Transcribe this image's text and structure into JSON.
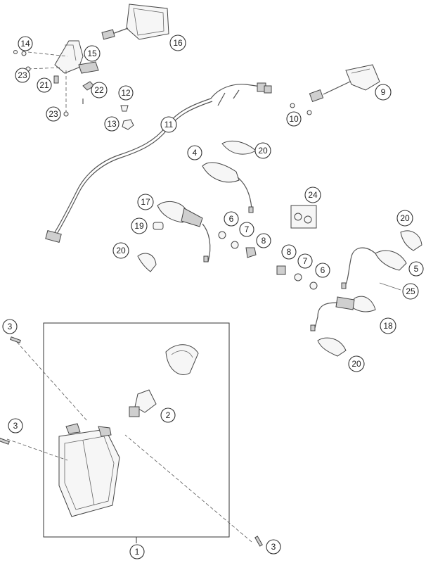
{
  "callouts": {
    "c14": "14",
    "c16": "16",
    "c15": "15",
    "c23a": "23",
    "c21": "21",
    "c22": "22",
    "c23b": "23",
    "c12": "12",
    "c13": "13",
    "c11": "11",
    "c9": "9",
    "c10": "10",
    "c4": "4",
    "c20a": "20",
    "c24": "24",
    "c17": "17",
    "c19": "19",
    "c20b": "20",
    "c6a": "6",
    "c7a": "7",
    "c8a": "8",
    "c20c": "20",
    "c8b": "8",
    "c7b": "7",
    "c6b": "6",
    "c5": "5",
    "c25": "25",
    "c18": "18",
    "c20d": "20",
    "c3a": "3",
    "c2": "2",
    "c3b": "3",
    "c3c": "3",
    "c1": "1"
  }
}
